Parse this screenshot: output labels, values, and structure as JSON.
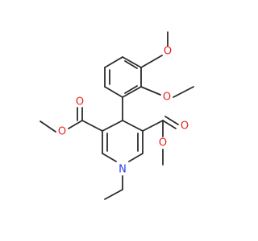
{
  "atoms": {
    "o_methoxy_top": "O",
    "o_methoxy_mid": "O",
    "o_carbonyl_left": "O",
    "o_ester_left": "O",
    "o_carbonyl_right": "O",
    "o_ester_right": "O",
    "n_ring": "N"
  },
  "colors": {
    "bond": "#2b2b2b",
    "oxygen": "#e8261e",
    "nitrogen": "#2a3ee8"
  }
}
